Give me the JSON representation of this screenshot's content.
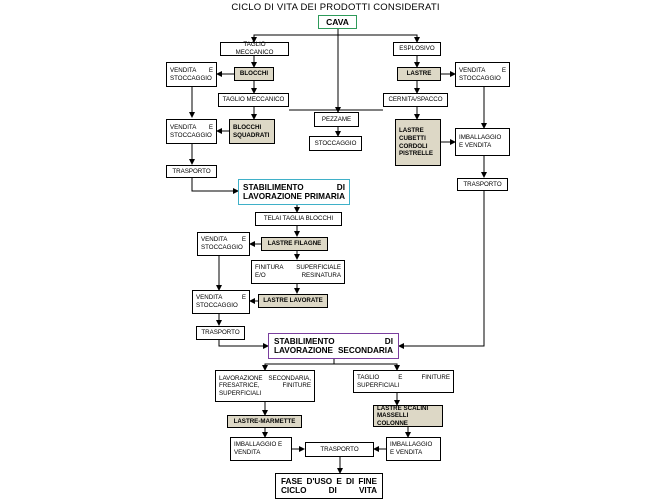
{
  "title": "CICLO DI VITA DEI PRODOTTI CONSIDERATI",
  "nodes": {
    "cava": "CAVA",
    "taglio_meccanico_1": "TAGLIO MECCANICO",
    "esplosivo": "ESPLOSIVO",
    "vendita_stoccaggio_1": "VENDITA E STOCCAGGIO",
    "blocchi": "BLOCCHI",
    "lastre_1": "LASTRE",
    "vendita_stoccaggio_2": "VENDITA E STOCCAGGIO",
    "taglio_meccanico_2": "TAGLIO MECCANICO",
    "cernita_spacco": "CERNITA/SPACCO",
    "pezzame": "PEZZAME",
    "vendita_stoccaggio_3": "VENDITA E STOCCAGGIO",
    "blocchi_squadrati": "BLOCCHI SQUADRATI",
    "stoccaggio": "STOCCAGGIO",
    "lastre_cubetti": "LASTRE CUBETTI CORDOLI PISTRELLE",
    "imballaggio_vendita_1": "IMBALLAGGIO E VENDITA",
    "trasporto_1": "TRASPORTO",
    "trasporto_2": "TRASPORTO",
    "stabilimento_primaria": "STABILIMENTO DI LAVORAZIONE PRIMARIA",
    "telai": "TELAI TAGLIA BLOCCHI",
    "vendita_stoccaggio_4": "VENDITA E STOCCAGGIO",
    "lastre_filagne": "LASTRE FILAGNE",
    "finitura": "FINITURA SUPERFICIALE E/O RESINATURA",
    "vendita_stoccaggio_5": "VENDITA E STOCCAGGIO",
    "lastre_lavorate": "LASTRE LAVORATE",
    "trasporto_3": "TRASPORTO",
    "stabilimento_secondaria": "STABILIMENTO DI LAVORAZIONE SECONDARIA",
    "lavorazione_secondaria": "LAVORAZIONE SECONDARIA, FRESATRICE, FINITURE SUPERFICIALI",
    "taglio_finiture": "TAGLIO E FINITURE SUPERFICIALI",
    "lastre_scalini": "LASTRE SCALINI MASSELLI COLONNE",
    "lastre_marmette": "LASTRE-MARMETTE",
    "imballaggio_vendita_2": "IMBALLAGGIO E VENDITA",
    "trasporto_4": "TRASPORTO",
    "imballaggio_vendita_3": "IMBALLAGGIO E VENDITA",
    "fase_uso": "FASE D'USO E DI FINE CICLO DI VITA"
  },
  "colors": {
    "highlight_fill": "#ddd8c6",
    "cava_border": "#2e9a5a",
    "primaria_border": "#3fb0c8",
    "secondaria_border": "#7a3e9e"
  }
}
